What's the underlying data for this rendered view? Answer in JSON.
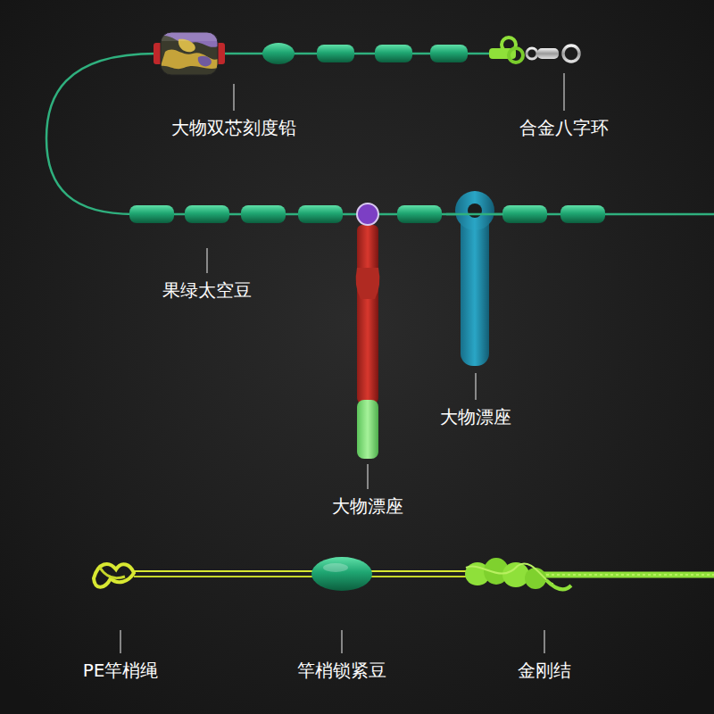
{
  "diagram": {
    "labels": [
      "大物双芯刻度铅",
      "合金八字环",
      "果绿太空豆",
      "大物漂座",
      "大物漂座",
      "PE竿梢绳",
      "竿梢锁紧豆",
      "金刚结"
    ]
  }
}
